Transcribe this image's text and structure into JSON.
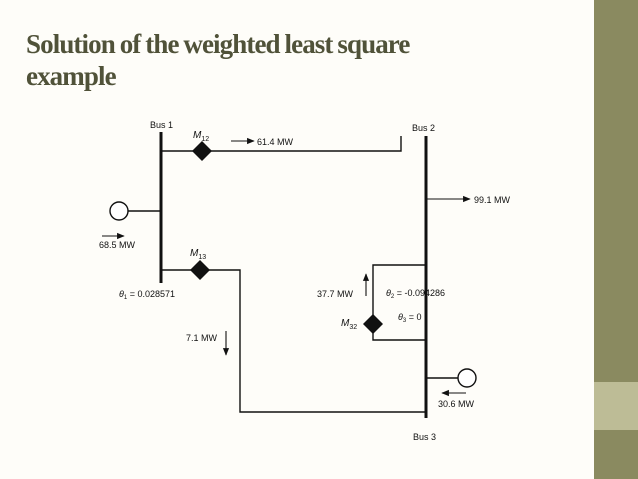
{
  "slide": {
    "title_line1": "Solution of the weighted least square",
    "title_line2": "example"
  },
  "diagram": {
    "bus1": "Bus 1",
    "bus2": "Bus 2",
    "bus3": "Bus 3",
    "m12": "M",
    "m12_sub": "12",
    "m13": "M",
    "m13_sub": "13",
    "m32": "M",
    "m32_sub": "32",
    "flow_12": "61.4 MW",
    "load_bus2": "99.1 MW",
    "gen_bus1": "68.5 MW",
    "flow_13": "7.1 MW",
    "flow_32": "37.7 MW",
    "gen_bus3": "30.6 MW",
    "theta1_sym": "θ",
    "theta1_sub": "1",
    "theta1_val": " = 0.028571",
    "theta2_sym": "θ",
    "theta2_sub": "2",
    "theta2_val": " = -0.094286",
    "theta3_sym": "θ",
    "theta3_sub": "3",
    "theta3_val": " = 0"
  },
  "colors": {
    "title": "#505239",
    "side_band": "#8a8a60",
    "side_tab": "#bdbc96",
    "background": "#fefdf9"
  }
}
